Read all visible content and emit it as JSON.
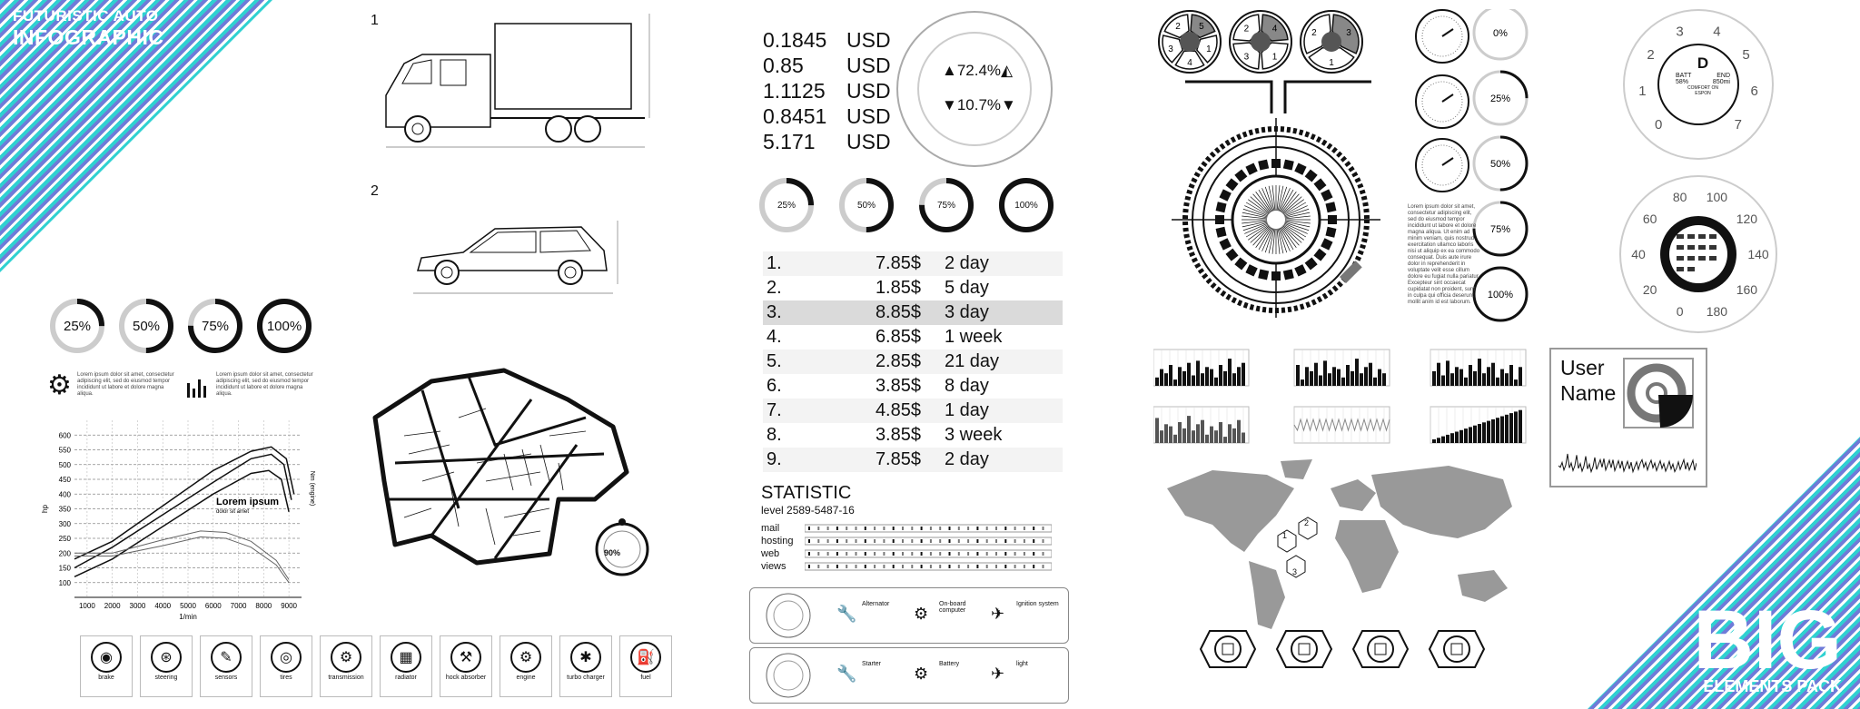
{
  "brand": {
    "top_line1": "FUTURISTIC AUTO",
    "top_line2": "INFOGRAPHIC",
    "bottom_big": "BIG",
    "bottom_small": "ELEMENTS PACK"
  },
  "vehicles": {
    "label1": "1",
    "label2": "2"
  },
  "left_rings": [
    {
      "label": "25%",
      "value": 0.25
    },
    {
      "label": "50%",
      "value": 0.5
    },
    {
      "label": "75%",
      "value": 0.75
    },
    {
      "label": "100%",
      "value": 1.0
    }
  ],
  "lorem_short": "Lorem ipsum dolor sit amet, consectetur adipiscing elit, sed do eiusmod tempor incididunt ut labore et dolore magna aliqua.",
  "chart_data": {
    "type": "line",
    "title": "Lorem ipsum",
    "subtitle": "dolor sit amet",
    "xlabel": "1/min",
    "ylabel": "hp",
    "y2label": "Nm (engine)",
    "x_ticks": [
      "1000",
      "2000",
      "3000",
      "4000",
      "5000",
      "6000",
      "7000",
      "8000",
      "9000"
    ],
    "y_ticks": [
      "100",
      "150",
      "200",
      "250",
      "300",
      "350",
      "400",
      "450",
      "500",
      "550",
      "600"
    ],
    "xlim": [
      500,
      9500
    ],
    "ylim": [
      50,
      650
    ],
    "series": [
      {
        "values": [
          [
            500,
            180
          ],
          [
            2000,
            240
          ],
          [
            4000,
            360
          ],
          [
            6000,
            480
          ],
          [
            7500,
            545
          ],
          [
            8300,
            560
          ],
          [
            8900,
            520
          ],
          [
            9200,
            400
          ]
        ]
      },
      {
        "values": [
          [
            500,
            150
          ],
          [
            2000,
            220
          ],
          [
            4000,
            330
          ],
          [
            6000,
            440
          ],
          [
            7500,
            520
          ],
          [
            8300,
            535
          ],
          [
            8800,
            500
          ],
          [
            9100,
            380
          ]
        ]
      },
      {
        "values": [
          [
            500,
            120
          ],
          [
            2000,
            180
          ],
          [
            4000,
            290
          ],
          [
            6000,
            400
          ],
          [
            7500,
            470
          ],
          [
            8200,
            480
          ],
          [
            8700,
            450
          ],
          [
            9000,
            340
          ]
        ]
      },
      {
        "values": [
          [
            500,
            200
          ],
          [
            2000,
            200
          ],
          [
            4000,
            245
          ],
          [
            5500,
            275
          ],
          [
            6500,
            270
          ],
          [
            7500,
            240
          ],
          [
            8500,
            175
          ],
          [
            9000,
            110
          ]
        ]
      },
      {
        "values": [
          [
            500,
            190
          ],
          [
            2000,
            190
          ],
          [
            4000,
            225
          ],
          [
            5500,
            255
          ],
          [
            6500,
            250
          ],
          [
            7500,
            220
          ],
          [
            8500,
            160
          ],
          [
            9000,
            100
          ]
        ]
      }
    ]
  },
  "components": [
    {
      "label": "brake"
    },
    {
      "label": "steering"
    },
    {
      "label": "sensors"
    },
    {
      "label": "tires"
    },
    {
      "label": "transmission"
    },
    {
      "label": "radiator"
    },
    {
      "label": "hock absorber"
    },
    {
      "label": "engine"
    },
    {
      "label": "turbo charger"
    },
    {
      "label": "fuel"
    }
  ],
  "map_widget": {
    "value": "90%"
  },
  "prices": [
    {
      "value": "0.1845",
      "currency": "USD"
    },
    {
      "value": "0.85",
      "currency": "USD"
    },
    {
      "value": "1.1125",
      "currency": "USD"
    },
    {
      "value": "0.8451",
      "currency": "USD"
    },
    {
      "value": "5.171",
      "currency": "USD"
    }
  ],
  "big_gauge": {
    "up": "72.4%",
    "down": "10.7%"
  },
  "mid_rings": [
    {
      "label": "25%",
      "value": 0.25
    },
    {
      "label": "50%",
      "value": 0.5
    },
    {
      "label": "75%",
      "value": 0.75
    },
    {
      "label": "100%",
      "value": 1.0
    }
  ],
  "table": [
    {
      "n": "1.",
      "price": "7.85$",
      "time": "2 day"
    },
    {
      "n": "2.",
      "price": "1.85$",
      "time": "5 day"
    },
    {
      "n": "3.",
      "price": "8.85$",
      "time": "3 day"
    },
    {
      "n": "4.",
      "price": "6.85$",
      "time": "1 week"
    },
    {
      "n": "5.",
      "price": "2.85$",
      "time": "21 day"
    },
    {
      "n": "6.",
      "price": "3.85$",
      "time": "8 day"
    },
    {
      "n": "7.",
      "price": "4.85$",
      "time": "1 day"
    },
    {
      "n": "8.",
      "price": "3.85$",
      "time": "3 week"
    },
    {
      "n": "9.",
      "price": "7.85$",
      "time": "2 day"
    }
  ],
  "statistic": {
    "title": "STATISTIC",
    "level": "level 2589-5487-16",
    "rows": [
      {
        "label": "mail"
      },
      {
        "label": "hosting"
      },
      {
        "label": "web"
      },
      {
        "label": "views"
      }
    ]
  },
  "panels": {
    "top": [
      {
        "label": "Alternator"
      },
      {
        "label": "On-board computer"
      },
      {
        "label": "Ignition system"
      }
    ],
    "bottom": [
      {
        "label": "Starter"
      },
      {
        "label": "Battery"
      },
      {
        "label": "light"
      }
    ]
  },
  "sector_dials": [
    [
      "5",
      "1",
      "4",
      "3",
      "2"
    ],
    [
      "4",
      "1",
      "3",
      "2"
    ],
    [
      "3",
      "1",
      "2"
    ]
  ],
  "right_rings": [
    {
      "label": "0%",
      "value": 0
    },
    {
      "label": "25%",
      "value": 0.25
    },
    {
      "label": "50%",
      "value": 0.5
    },
    {
      "label": "75%",
      "value": 0.75
    },
    {
      "label": "100%",
      "value": 1.0
    }
  ],
  "lorem_long": "Lorem ipsum dolor sit amet, consectetur adipiscing elit, sed do eiusmod tempor incididunt ut labore et dolore magna aliqua. Ut enim ad minim veniam, quis nostrud exercitation ullamco laboris nisi ut aliquip ex ea commodo consequat. Duis aute irure dolor in reprehenderit in voluptate velit esse cillum dolore eu fugiat nulla pariatur. Excepteur sint occaecat cupidatat non proident, sunt in culpa qui officia deserunt mollit anim id est laborum.",
  "gear_dial": {
    "gear": "D",
    "batt_label": "BATT",
    "batt_value": "58%",
    "end_label": "END",
    "end_value": "850mi",
    "mode": "COMFORT ON",
    "mode2": "ESPON",
    "ticks": [
      "0",
      "1",
      "2",
      "3",
      "4",
      "5",
      "6",
      "7"
    ]
  },
  "speed_dial": {
    "ticks": [
      "0",
      "20",
      "40",
      "60",
      "80",
      "100",
      "120",
      "140",
      "160",
      "180"
    ]
  },
  "user": {
    "line1": "User",
    "line2": "Name"
  },
  "world_map": {
    "markers": [
      "1",
      "2",
      "3"
    ]
  }
}
